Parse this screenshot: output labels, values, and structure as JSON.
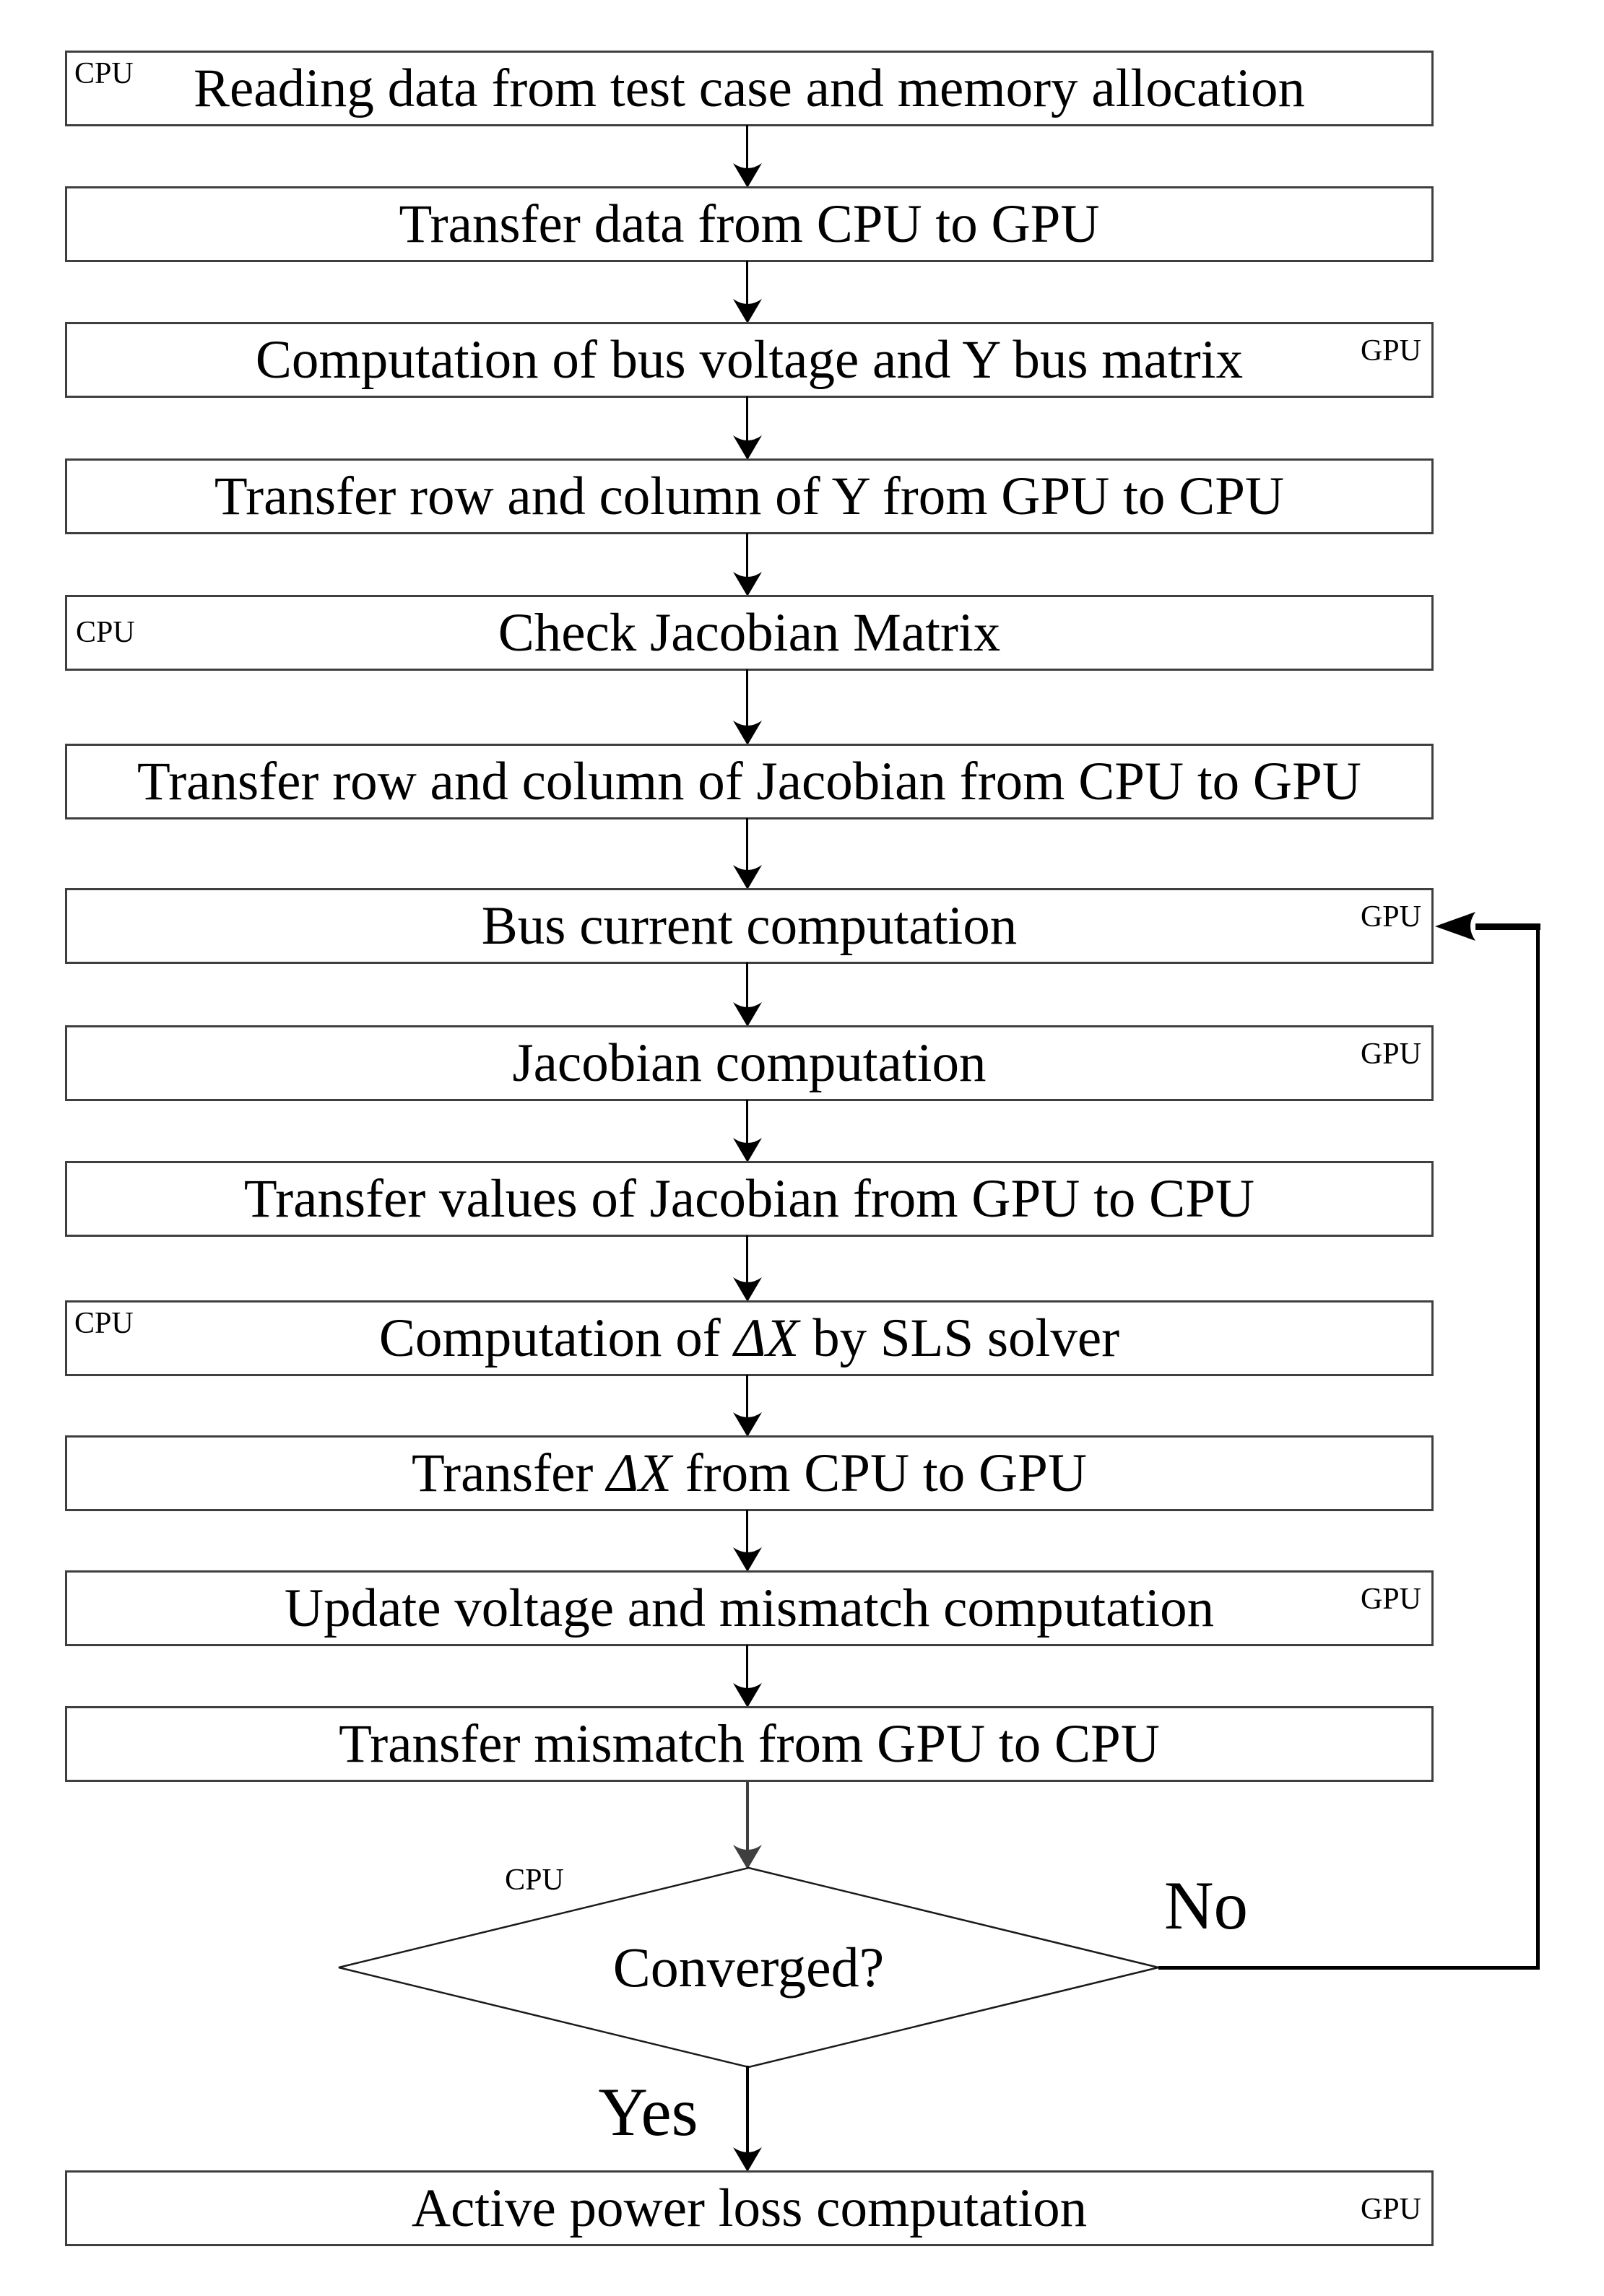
{
  "flowchart": {
    "steps": [
      {
        "label": "Reading data from test case and memory allocation",
        "processor": "CPU"
      },
      {
        "label": "Transfer data from CPU to GPU",
        "processor": ""
      },
      {
        "label": "Computation of bus voltage and Y bus matrix",
        "processor": "GPU"
      },
      {
        "label": "Transfer row and column of Y from GPU to CPU",
        "processor": ""
      },
      {
        "label": "Check Jacobian Matrix",
        "processor": "CPU"
      },
      {
        "label": "Transfer row and column of Jacobian from CPU to GPU",
        "processor": ""
      },
      {
        "label": "Bus current computation",
        "processor": "GPU"
      },
      {
        "label": "Jacobian computation",
        "processor": "GPU"
      },
      {
        "label": "Transfer values of Jacobian from GPU to CPU",
        "processor": ""
      },
      {
        "pre": "Computation of ",
        "math": "ΔX",
        "post": " by SLS solver",
        "processor": "CPU"
      },
      {
        "pre": "Transfer ",
        "math": "ΔX",
        "post": " from CPU to GPU",
        "processor": ""
      },
      {
        "label": "Update voltage and mismatch computation",
        "processor": "GPU"
      },
      {
        "label": "Transfer mismatch from GPU to CPU",
        "processor": ""
      }
    ],
    "decision": {
      "label": "Converged?",
      "processor": "CPU",
      "no_label": "No",
      "yes_label": "Yes"
    },
    "final_step": {
      "label": "Active power loss computation",
      "processor": "GPU"
    },
    "colors": {
      "box_border": "#3f3f3f",
      "line": "#000000",
      "gray_arrow": "#3f3f3f",
      "background": "#ffffff",
      "text": "#000000"
    }
  }
}
